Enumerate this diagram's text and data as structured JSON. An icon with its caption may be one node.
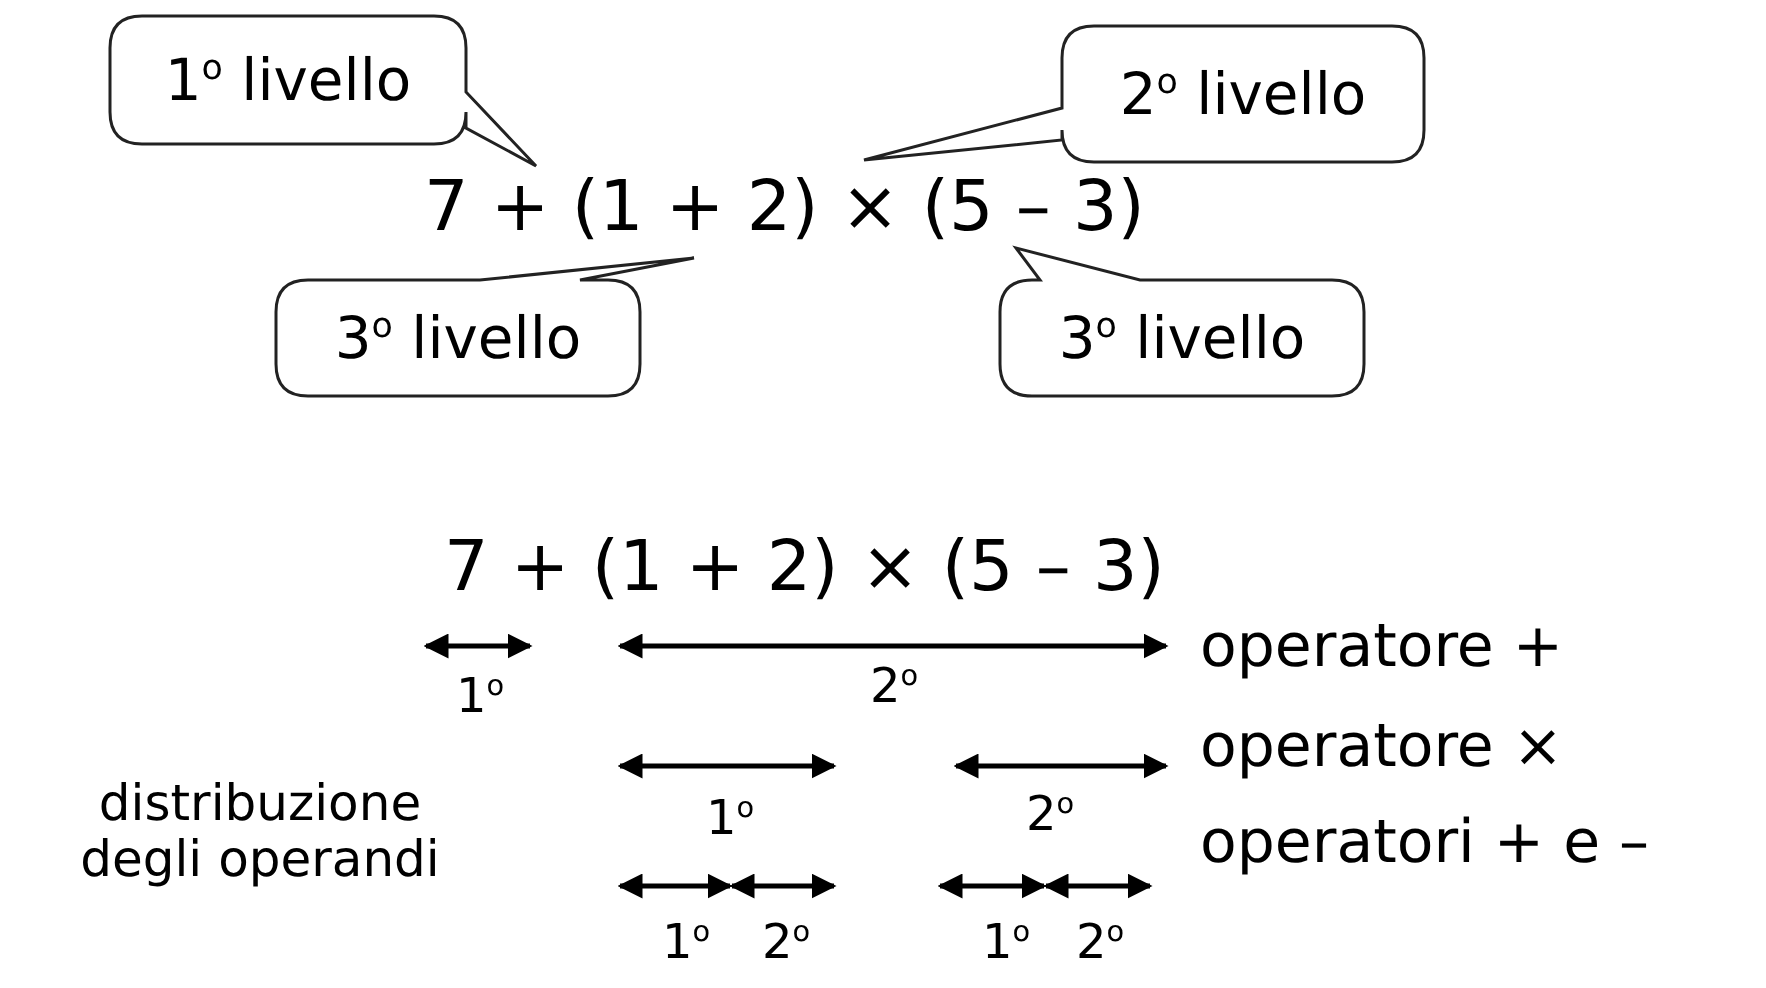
{
  "diagram": {
    "nodes": [
      {
        "text": [
          "1$^{o}$ livello"
        ]
      },
      {
        "text": [
          "2$^{o}$ livello"
        ]
      },
      {
        "text": [
          "3$^{o}$ livello"
        ]
      },
      {
        "text": [
          "3$^{o}$ livello"
        ]
      }
    ],
    "labels": [
      "7 + (1 + 2) × (5 – 3)",
      "7 + (1 + 2) × (5 – 3)",
      "1$^{o}$",
      "2$^{o}$",
      "operatore +",
      "operatore ×",
      "distribuzione degli operandi",
      "1$^{o}$",
      "2$^{o}$",
      "operatori + e –",
      "1$^{o}$",
      "2$^{o}$",
      "1$^{o}$",
      "2$^{o}$"
    ]
  }
}
